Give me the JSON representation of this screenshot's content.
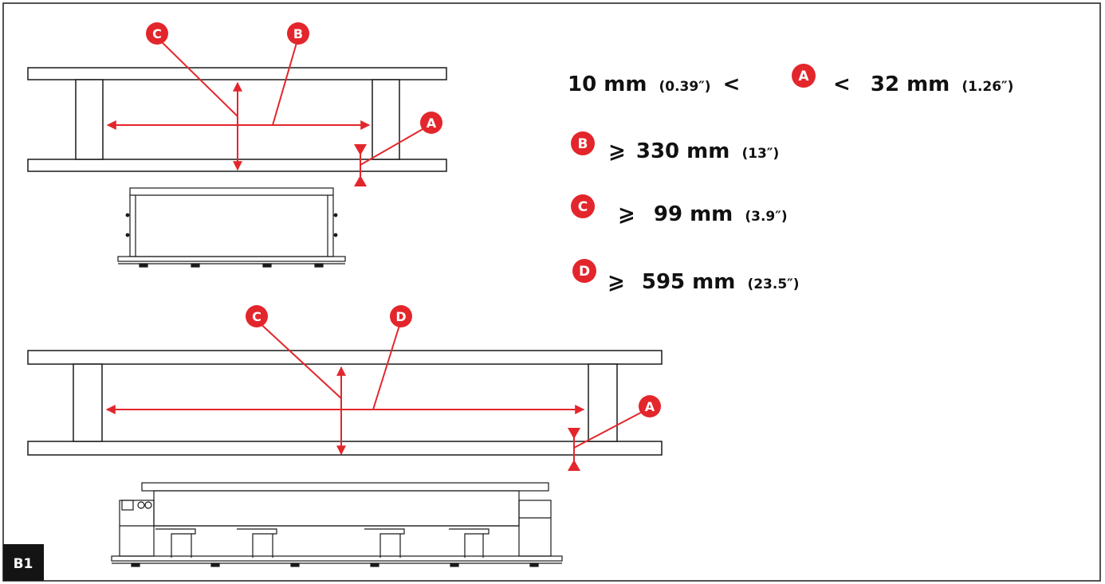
{
  "colors": {
    "accent": "#e3262b",
    "line": "#1a1a1a",
    "tag_bg": "#141414"
  },
  "figure_tag": "B1",
  "labels": {
    "A": "A",
    "B": "B",
    "C": "C",
    "D": "D"
  },
  "specs": {
    "a": {
      "min": "10 mm",
      "min_inch": "(0.39″)",
      "lt1": "<",
      "letter": "A",
      "lt2": "<",
      "max": "32 mm",
      "max_inch": "(1.26″)"
    },
    "b": {
      "letter": "B",
      "sym": "⩾",
      "value": "330 mm",
      "inch": "(13″)"
    },
    "c": {
      "letter": "C",
      "sym": "⩾",
      "value": "99 mm",
      "inch": "(3.9″)"
    },
    "d": {
      "letter": "D",
      "sym": "⩾",
      "value": "595 mm",
      "inch": "(23.5″)"
    }
  }
}
